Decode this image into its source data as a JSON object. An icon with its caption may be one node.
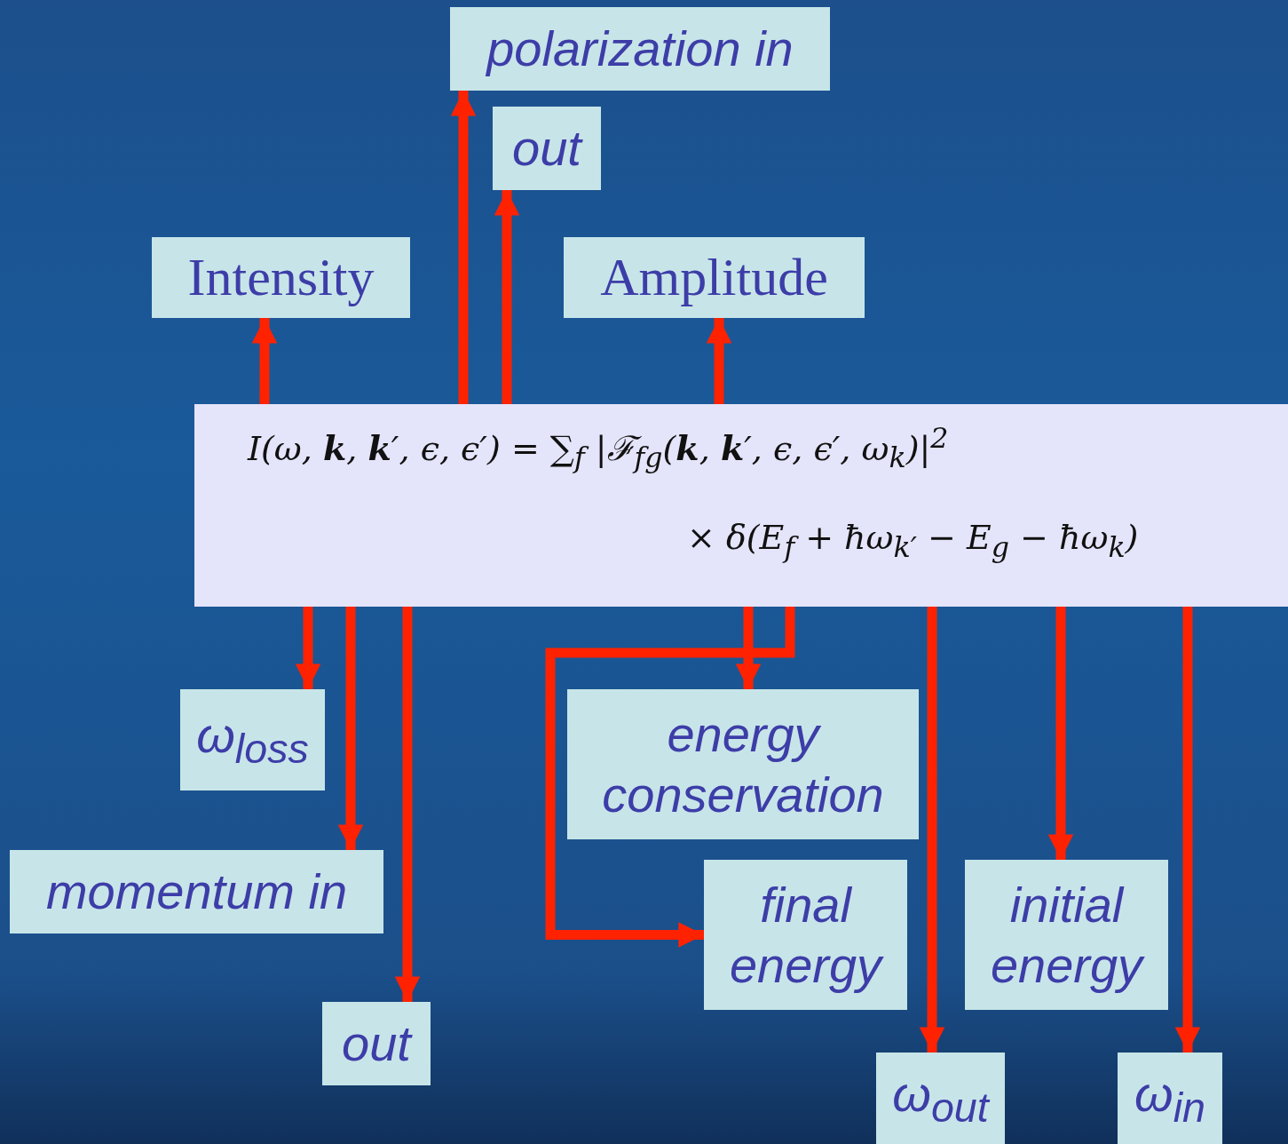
{
  "diagram": {
    "nodes": [
      {
        "text": [
          "I(ω, **k**, **k**′, ϵ, ϵ′) = ∑$_{f}$ |ℱ$_{fg}$(**k**, **k**′, ϵ, ϵ′, ω$_{k}$)|$^{2}$",
          "× δ(E$_{f}$ + ħω$_{k′}$ − E$_{g}$ − ħω$_{k}$)"
        ]
      },
      {
        "text": [
          "polarization in"
        ]
      },
      {
        "text": [
          "out"
        ]
      },
      {
        "text": [
          "Intensity"
        ]
      },
      {
        "text": [
          "Amplitude"
        ]
      },
      {
        "text": [
          "ω$_{loss}$"
        ]
      },
      {
        "text": [
          "momentum in"
        ]
      },
      {
        "text": [
          "out"
        ]
      },
      {
        "text": [
          "energy conservation"
        ]
      },
      {
        "text": [
          "final energy"
        ]
      },
      {
        "text": [
          "initial energy"
        ]
      },
      {
        "text": [
          "ω$_{out}$"
        ]
      },
      {
        "text": [
          "ω$_{in}$"
        ]
      }
    ],
    "edges": [
      {
        "from": 0,
        "to": 3,
        "arrow": "to"
      },
      {
        "from": 0,
        "to": 1,
        "arrow": "to"
      },
      {
        "from": 0,
        "to": 2,
        "arrow": "to"
      },
      {
        "from": 0,
        "to": 4,
        "arrow": "to"
      },
      {
        "from": 0,
        "to": 5,
        "arrow": "to"
      },
      {
        "from": 0,
        "to": 6,
        "arrow": "to"
      },
      {
        "from": 0,
        "to": 7,
        "arrow": "to"
      },
      {
        "from": 0,
        "to": 8,
        "arrow": "to"
      },
      {
        "from": 0,
        "to": 9,
        "arrow": "to"
      },
      {
        "from": 0,
        "to": 11,
        "arrow": "to"
      },
      {
        "from": 0,
        "to": 10,
        "arrow": "to"
      },
      {
        "from": 0,
        "to": 12,
        "arrow": "to"
      }
    ]
  }
}
